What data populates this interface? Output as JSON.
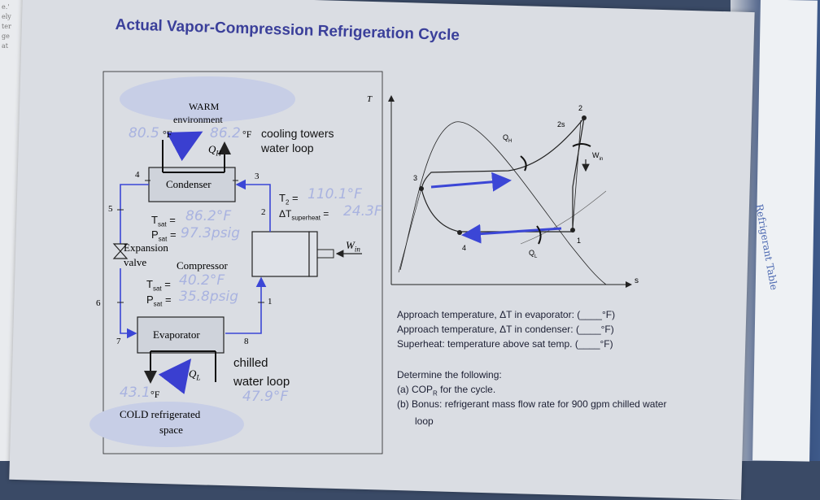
{
  "title": "Actual Vapor-Compression Refrigeration Cycle",
  "side_note": "Refrigerant Table",
  "edge_scraps": [
    "e.'",
    "ely",
    "ter",
    "ge",
    "at"
  ],
  "schematic": {
    "warm_label": "WARM",
    "environment_label": "environment",
    "cold_label": "COLD refrigerated",
    "space_label": "space",
    "condenser": "Condenser",
    "evaporator": "Evaporator",
    "compressor": "Compressor",
    "expansion_label": "Expansion",
    "valve_label": "valve",
    "q_h": "Q",
    "q_h_sub": "H",
    "q_l": "Q",
    "q_l_sub": "L",
    "w_in": "W",
    "w_in_sub": "in",
    "states": {
      "s1": "1",
      "s2": "2",
      "s3": "3",
      "s4": "4",
      "s5": "5",
      "s6": "6",
      "s7": "7",
      "s8": "8"
    },
    "cooling_towers": "cooling towers",
    "water_loop": "water loop",
    "chilled": "chilled",
    "chilled_water_loop": "water loop",
    "unit_f": "°F",
    "hand_warm_in": "80.5",
    "hand_warm_out": "86.2",
    "hand_t2": "110.1°F",
    "hand_dt_superheat": "24.3F",
    "hand_tsat_cond": "86.2°F",
    "hand_psat_cond": "97.3psig",
    "hand_tsat_evap": "40.2°F",
    "hand_psat_evap": "35.8psig",
    "hand_cold_in": "43.1",
    "hand_cold_out": "47.9°F",
    "label_t2": "T",
    "label_t2_sub": "2",
    "label_dt": "ΔT",
    "label_dt_sub": "superheat",
    "label_tsat": "T",
    "label_psat": "P",
    "label_sat_sub": "sat"
  },
  "ts_diagram": {
    "axis_t": "T",
    "axis_s": "s",
    "points": [
      "1",
      "2",
      "2s",
      "3",
      "4"
    ],
    "q_h": "Q",
    "q_h_sub": "H",
    "q_l": "Q",
    "q_l_sub": "L",
    "w_in": "W",
    "w_in_sub": "in"
  },
  "questions": {
    "approach_evap": "Approach temperature, ΔT in evaporator:",
    "approach_cond": "Approach temperature, ΔT in condenser:",
    "superheat": "Superheat: temperature above sat temp.",
    "blank_unit": "(____°F)",
    "determine": "Determine the following:",
    "a_prefix": "(a) COP",
    "a_sub": "R",
    "a_suffix": " for the cycle.",
    "b": "(b) Bonus:  refrigerant mass flow rate for 900 gpm chilled water",
    "b_cont": "loop"
  },
  "colors": {
    "accent": "#3a3f9a",
    "arrow_blue": "#3b46d6",
    "handwriting": "#a9b3e0"
  }
}
